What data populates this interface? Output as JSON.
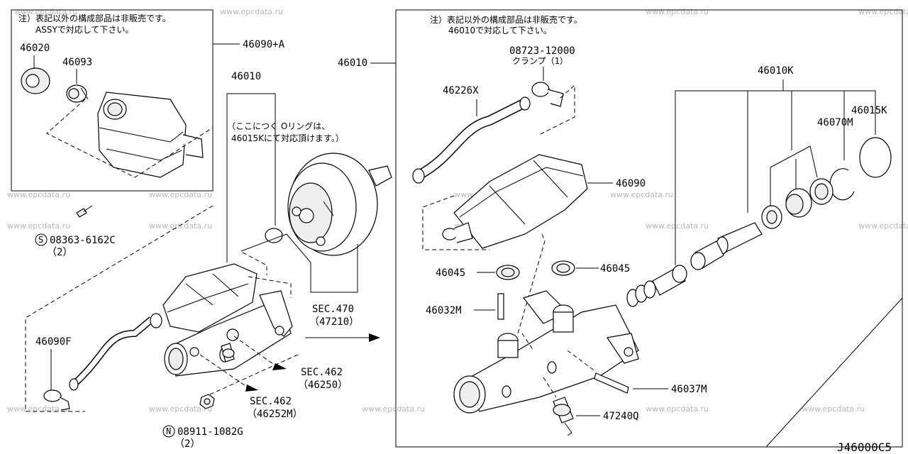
{
  "watermark": "www.epcdata.ru",
  "diagram_code": "J46000C5",
  "left_box": {
    "note_line1": "注）表記以外の構成部品は非販売です。",
    "note_line2": "ASSYで対応して下さい。",
    "labels": {
      "cap": "46020",
      "strainer": "46093",
      "tank_assy": "46090+A"
    }
  },
  "left_labels": {
    "master_cyl": "46010",
    "o_ring_note1": "（ここにつく Oリングは、",
    "o_ring_note2": "46015Kにて対応頂けます。）",
    "bolt": "08363-6162C",
    "bolt_qty": "（2）",
    "bolt_symbol": "S",
    "hose_clamp": "46090F",
    "nut": "08911-1082G",
    "nut_qty": "（2）",
    "nut_symbol": "N",
    "sec470": "SEC.470",
    "sec470_sub": "（47210）",
    "sec462a": "SEC.462",
    "sec462a_sub": "（46250）",
    "sec462b": "SEC.462",
    "sec462b_sub": "（46252M）"
  },
  "right_box": {
    "assy_label": "46010",
    "note_line1": "注）表記以外の構成部品は非販売です。",
    "note_line2": "46010で対応して下さい。",
    "labels": {
      "clamp_no": "08723-12000",
      "clamp_name": "クランプ（1）",
      "hose": "46226X",
      "kit": "46010K",
      "circlip": "46015K",
      "seal": "46070M",
      "reservoir": "46090",
      "grommet_left": "46045",
      "grommet_right": "46045",
      "pin": "46032M",
      "stop_pin": "46037M",
      "switch": "47240Q"
    }
  }
}
